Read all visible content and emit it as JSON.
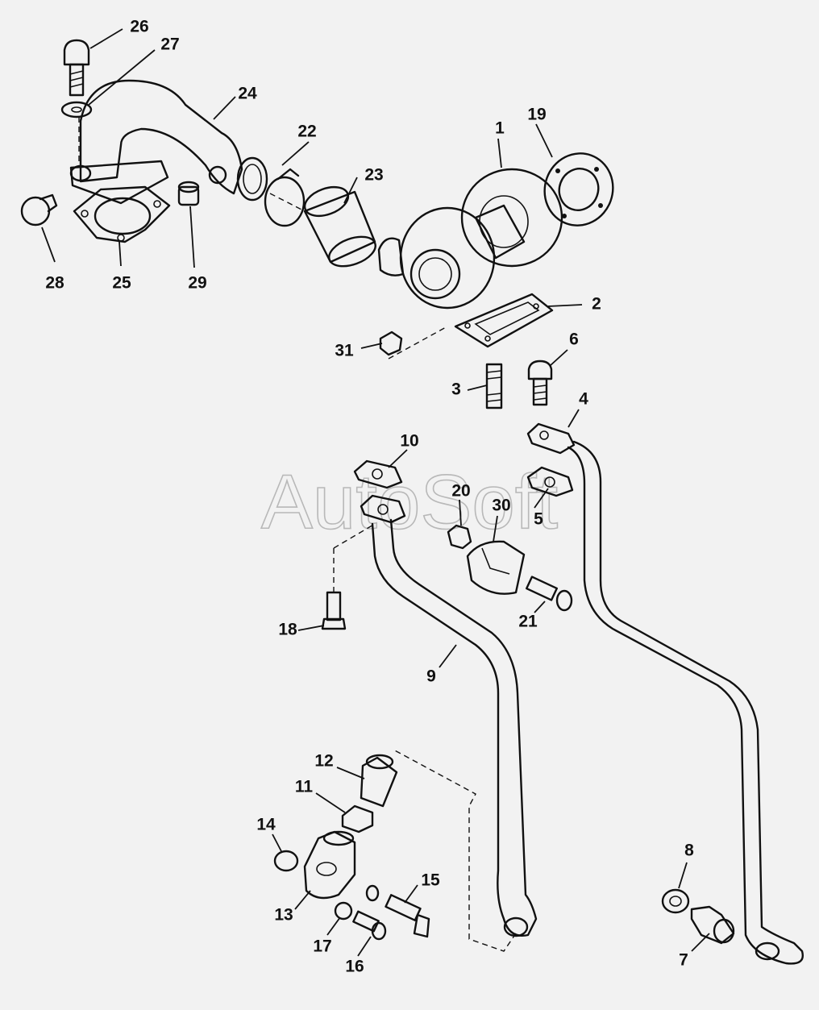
{
  "watermark": "AutoSoft",
  "callouts": [
    "1",
    "2",
    "3",
    "4",
    "5",
    "6",
    "7",
    "8",
    "9",
    "10",
    "11",
    "12",
    "13",
    "14",
    "15",
    "16",
    "17",
    "18",
    "19",
    "20",
    "21",
    "22",
    "23",
    "24",
    "25",
    "26",
    "27",
    "28",
    "29",
    "30",
    "31"
  ],
  "colors": {
    "background": "#f2f2f2",
    "ink": "#111111",
    "watermark": "#b8b8b8"
  }
}
